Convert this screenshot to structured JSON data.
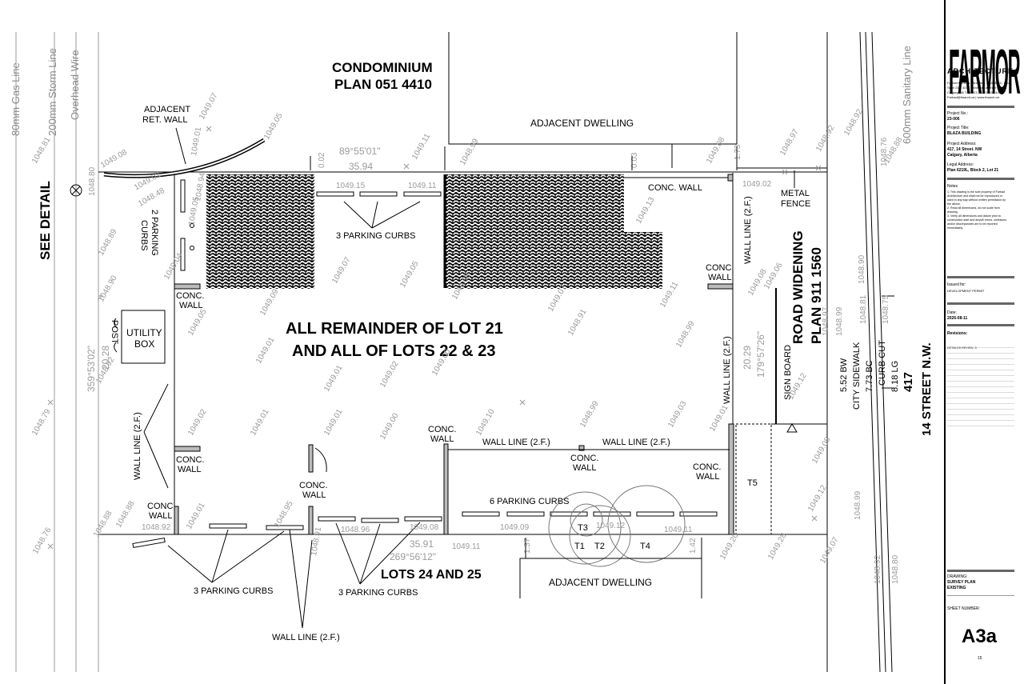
{
  "firm": {
    "name": "FARMOR",
    "sub": "ARCHITECTURE",
    "line1": "Farhad Morteza  · Architect, AAA, AIBC, OAA",
    "line2": "Suite 215, 4015 University Avenue NW",
    "line3": "Calgary, AB  T3B 6K3  |  1-403-452-4413",
    "line4": "Farhad@fmarch.ca  |  www.fmarch.ca"
  },
  "titleblock": {
    "project_no_label": "Project No.:",
    "project_no": "23-006",
    "project_title_label": "Project Title:",
    "project_title": "BLAZA BUILDING",
    "address_label": "Project Address:",
    "address1": "417, 14 Street. NW",
    "address2": "Calgary, Alberta",
    "legal_label": "Legal Address:",
    "legal": "Plan 6219L, Block 2, Lot 21",
    "notes_label": "Notes",
    "notes": [
      "1.  This drawing is the sole property of Farhad",
      "     Architecture and shall not be reproduced or",
      "     used in any way without written permission by",
      "     the above.",
      "2.  Read all dimensions, do not scale from",
      "     drawing.",
      "3.  Verify all dimensions and datum prior to",
      "     construction start and any/all errors, omissions",
      "     and/or discrepancies are to be reported",
      "     immediately."
    ],
    "issued_label": "Issued for:",
    "issued": "DEVELOPMENT PERMIT",
    "date_label": "Date:",
    "date": "2026-08-11",
    "revisions_label": "Revisions:",
    "revision1": "DETAILED REVIEW -3",
    "drawing_label": "DRAWING:",
    "drawing1": "SURVEY PLAN",
    "drawing2": "EXISTING",
    "sheet_label": "SHEET NUMBER:",
    "sheet": "A3a",
    "sheet_count": "15"
  },
  "labels": {
    "condo1": "CONDOMINIUM",
    "condo2": "PLAN 051 4410",
    "adj_dwelling_top": "ADJACENT DWELLING",
    "adj_dwelling_bottom": "ADJACENT DWELLING",
    "lot_main1": "ALL REMAINDER OF LOT 21",
    "lot_main2": "AND ALL OF LOTS 22 & 23",
    "lots_bottom": "LOTS 24 AND 25",
    "see_detail": "SEE DETAIL",
    "road1": "ROAD WIDENING",
    "road2": "PLAN 911 1560",
    "street1": "417",
    "street2": "14 STREET N.W.",
    "adj_ret1": "ADJACENT",
    "adj_ret2": "RET. WALL",
    "conc_wall": "CONC. WALL",
    "conc": "CONC.",
    "wall": "WALL",
    "metal1": "METAL",
    "metal2": "FENCE",
    "utility1": "UTILITY",
    "utility2": "BOX",
    "post": "POST",
    "parking2_1": "2 PARKING",
    "parking2_2": "CURBS",
    "parking3": "3 PARKING CURBS",
    "parking6": "6 PARKING CURBS",
    "wall_line": "WALL LINE (2.F.)",
    "sign_board": "SIGN BOARD",
    "bw": "5.52 BW",
    "city_sidewalk": "CITY SIDEWALK",
    "bc": "7.73 BC",
    "curb_cut": "CURB CUT",
    "lg": "8.18 LG",
    "gas": "80mm Gas Line",
    "storm": "200mm Storm Line",
    "overhead": "Overhead Wire",
    "sanitary": "600mm Sanitary Line",
    "t1": "T1",
    "t2": "T2",
    "t3": "T3",
    "t4": "T4",
    "t5": "T5"
  },
  "dimensions": {
    "top_bearing": "89°55'01\"",
    "top_len": "35.94",
    "bottom_len": "35.91",
    "bottom_bearing": "269°56'12\"",
    "left_bearing": "359°53'02\"",
    "left_len": "20.28",
    "right_len": "20.29",
    "right_bearing": "179°57'26\"",
    "d_1_73": "1.73",
    "d_0_02": "0.02",
    "d_0_03": "0.03",
    "d_1_37": "1.37",
    "d_1_42": "1.42"
  },
  "elevations": {
    "e1": "1048.81",
    "e2": "1048.80",
    "e3": "1048.89",
    "e4": "1048.90",
    "e5": "1048.92",
    "e6": "1048.79",
    "e7": "1048.76",
    "e8": "1048.88",
    "e9": "1049.08",
    "e10": "1048.48",
    "e11": "1049.02",
    "e12": "1049.04",
    "e13": "1049.01",
    "e14": "1048.94",
    "e15": "1049.05",
    "e16": "1049.07",
    "e17": "1049.15",
    "e18": "1049.11",
    "e19": "1049.12",
    "e20": "1049.09",
    "e21": "1048.99",
    "e22": "1049.13",
    "e23": "1049.02",
    "e24": "1049.06",
    "e25": "1048.97",
    "e26": "1048.92",
    "e27": "1048.88",
    "e28": "1048.76",
    "e29": "1048.91",
    "e30": "1048.96",
    "e31": "1049.00",
    "e32": "1049.10",
    "e33": "1049.03",
    "e34": "1049.20",
    "e35": "1049.28",
    "e36": "1049.07",
    "e37": "1048.99",
    "e38": "1048.92",
    "e39": "1048.80",
    "e40": "1048.75",
    "e41": "1049.08",
    "e42": "1049.12",
    "e43": "1048.95",
    "e44": "1048.81"
  }
}
